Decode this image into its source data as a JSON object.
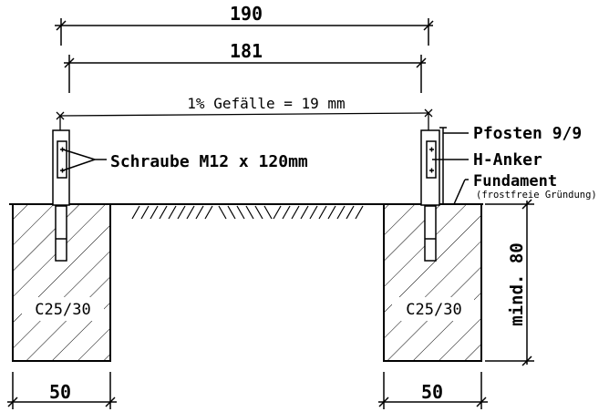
{
  "dimensions": {
    "overall_width": "190",
    "post_spacing": "181",
    "slope": "1% Gefälle = 19 mm",
    "foundation_width_left": "50",
    "foundation_width_right": "50",
    "foundation_depth": "mind. 80"
  },
  "labels": {
    "bolt": "Schraube M12 x 120mm",
    "post": "Pfosten 9/9",
    "anchor": "H-Anker",
    "foundation": "Fundament",
    "foundation_note": "(frostfreie Gründung)"
  },
  "concrete": {
    "left_grade": "C25/30",
    "right_grade": "C25/30"
  }
}
